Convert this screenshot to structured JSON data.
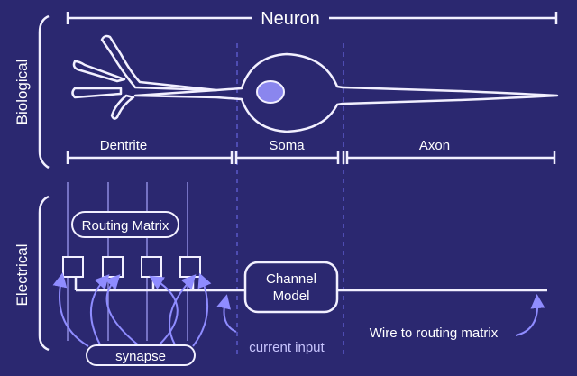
{
  "title": "Neuron",
  "colors": {
    "background": "#2b2870",
    "line": "#f2f0ff",
    "dash": "#5b58c8",
    "vertical": "#8e8be0",
    "nucleus": "#8a86ee",
    "arrow": "#8f8cff"
  },
  "sections": {
    "biological": "Biological",
    "electrical": "Electrical"
  },
  "parts": {
    "dendrite": "Dentrite",
    "soma": "Soma",
    "axon": "Axon"
  },
  "electrical": {
    "routing_matrix": "Routing Matrix",
    "channel_model_line1": "Channel",
    "channel_model_line2": "Model",
    "synapse": "synapse",
    "current_input": "current input",
    "wire_label": "Wire to routing matrix"
  }
}
